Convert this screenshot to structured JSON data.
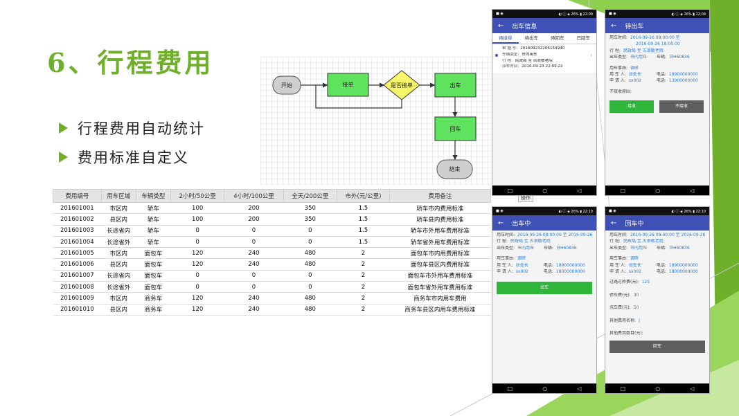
{
  "slide": {
    "title": "6、行程费用",
    "bullets": [
      "行程费用自动统计",
      "费用标准自定义"
    ]
  },
  "flowchart": {
    "nodes": {
      "start": "开始",
      "accept": "接单",
      "decision": "是否接单",
      "depart": "出车",
      "return": "回车",
      "end": "结束"
    }
  },
  "fee_table": {
    "headers": [
      "费用编号",
      "用车区域",
      "车辆类型",
      "2小时/50公里",
      "4小时/100公里",
      "全天/200公里",
      "市外(元/公里)",
      "费用备注"
    ],
    "rows": [
      [
        "201601001",
        "市区内",
        "轿车",
        "100",
        "200",
        "350",
        "1.5",
        "轿车市内费用标准"
      ],
      [
        "201601002",
        "县区内",
        "轿车",
        "100",
        "200",
        "350",
        "1.5",
        "轿车县内费用标准"
      ],
      [
        "201601003",
        "长途省内",
        "轿车",
        "0",
        "0",
        "0",
        "1.5",
        "轿车市外用车费用标准"
      ],
      [
        "201601004",
        "长途省外",
        "轿车",
        "0",
        "0",
        "0",
        "1.5",
        "轿车省外用车费用标准"
      ],
      [
        "201601005",
        "市区内",
        "面包车",
        "120",
        "240",
        "480",
        "2",
        "面包车市内用费用标准"
      ],
      [
        "201601006",
        "县区内",
        "面包车",
        "120",
        "240",
        "480",
        "2",
        "面包车县区内费用标准"
      ],
      [
        "201601007",
        "长途省内",
        "面包车",
        "0",
        "0",
        "0",
        "2",
        "面包车市外用车费用标准"
      ],
      [
        "201601008",
        "长途省外",
        "面包车",
        "0",
        "0",
        "0",
        "2",
        "面包车省外用车费用标准"
      ],
      [
        "201601009",
        "市区内",
        "商务车",
        "120",
        "240",
        "480",
        "2",
        "商务车市内用车费用"
      ],
      [
        "201601010",
        "县区内",
        "商务车",
        "120",
        "240",
        "480",
        "2",
        "商务车县区内用车费用标准"
      ]
    ],
    "overlay_label": "操作"
  },
  "status_bar": {
    "left": "■ ◉",
    "right": "◐ ⓘ ◈ 26% ▮ 22:09"
  },
  "status_bar_alt": {
    "right": "◐ ⓘ ◈ 26% ▮ 22:10"
  },
  "nav_bar": {
    "square": "□",
    "circle": "○",
    "back": "◁"
  },
  "phone1": {
    "title": "出车信息",
    "tabs": [
      "待接单",
      "待出车",
      "待回车",
      "已回车"
    ],
    "item": {
      "order_label": "单 据 号:",
      "order": "201609232206154940",
      "type_label": "车辆类型:",
      "type": "市内用车",
      "route_label": "行  程:",
      "route": "民政局 至 古浪敬老院",
      "time_label": "派车时间:",
      "time": "2016-09-23 22:09:22"
    }
  },
  "phone2": {
    "title": "待出车",
    "time_label": "用车时间:",
    "time1": "2016-09-26 08:00:00 至",
    "time2": "2016-09-26 18:00:00",
    "route_label": "行  程:",
    "route": "民政局 至 古浪敬老院",
    "type_label": "出车类型:",
    "type": "市内用车",
    "car_label": "车辆:",
    "car": "甘H60836",
    "reason_label": "用车事由:",
    "reason": "调研",
    "user_label": "用 车 人:",
    "user": "张处长",
    "phone_label": "电话:",
    "user_phone": "18900000000",
    "applicant_label": "申 请 人:",
    "applicant": "sx002",
    "applicant_phone": "13900000000",
    "reject_label": "不接收原因:",
    "accept_btn": "接收",
    "reject_btn": "不接收"
  },
  "phone3": {
    "title": "出车中",
    "time_label": "用车时间:",
    "time": "2016-09-26 08:00:00 至 2016-09-26 1...",
    "route_label": "行  程:",
    "route": "民政局 至 古浪敬老院",
    "type_label": "出车类型:",
    "type": "市内用车",
    "car_label": "车辆:",
    "car": "甘H60836",
    "reason_label": "用车事由:",
    "reason": "调研",
    "user_label": "用 车 人:",
    "user": "张处长",
    "phone_label": "电话:",
    "user_phone": "18900000000",
    "applicant_label": "申 请 人:",
    "applicant": "sx002",
    "applicant_phone": "18000000000",
    "depart_btn": "出车"
  },
  "phone4": {
    "title": "回车中",
    "time_label": "用车时间:",
    "time": "2016-09-26 08:00:00 至 2016-09-26 1...",
    "route_label": "行  程:",
    "route": "民政局 至 古浪敬老院",
    "type_label": "出车类型:",
    "type": "市内用车",
    "car_label": "车辆:",
    "car": "甘H60836",
    "reason_label": "用车事由:",
    "reason": "调研",
    "user_label": "用 车 人:",
    "user": "张处长",
    "phone_label": "电话:",
    "user_phone": "18900000000",
    "applicant_label": "申 请 人:",
    "applicant": "sx002",
    "applicant_phone": "18000000000",
    "toll_label": "过路过桥费(元):",
    "toll": "125",
    "parking_label": "停车费(元):",
    "parking": "30",
    "wash_label": "洗车费(元):",
    "wash": "50",
    "other_name_label": "其他费用名称:",
    "other_name": "|",
    "other_amount_label": "其他费用数目(元):",
    "return_btn": "回车"
  },
  "colors": {
    "accent_green": "#6fb02a",
    "app_bar": "#3f51b5",
    "node_green": "#5fe35f",
    "node_yellow": "#f7f76a",
    "btn_green": "#2fb53a",
    "btn_grey": "#5f5f5f"
  }
}
